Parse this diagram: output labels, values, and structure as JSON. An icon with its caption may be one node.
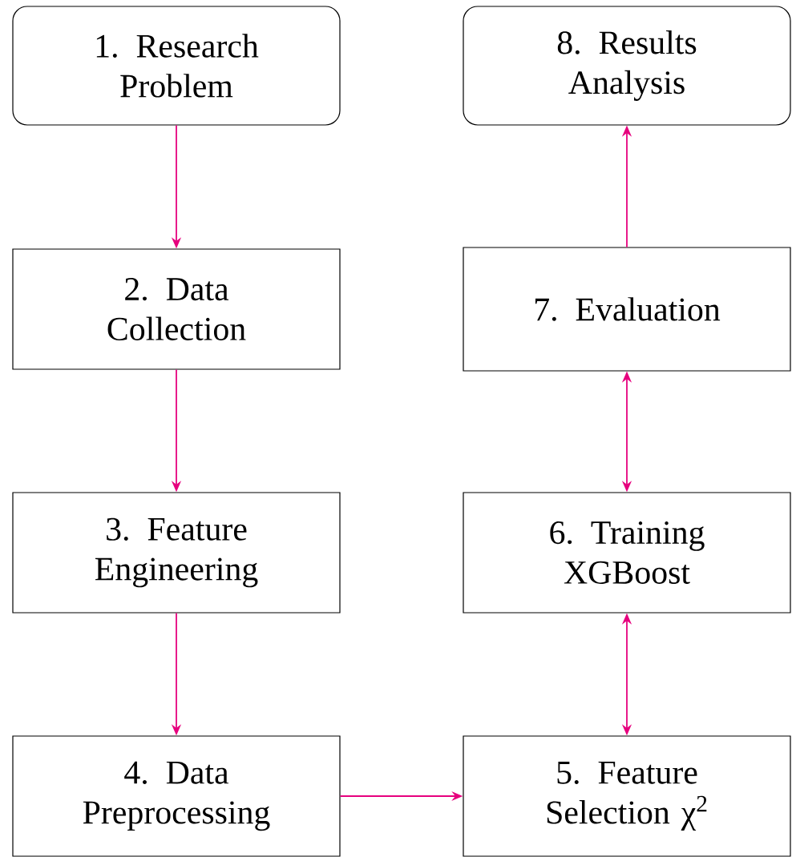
{
  "diagram": {
    "nodes": [
      {
        "text": [
          "1. Research Problem"
        ]
      },
      {
        "text": [
          "2. Data Collection"
        ]
      },
      {
        "text": [
          "3. Feature Engineering"
        ]
      },
      {
        "text": [
          "4. Data Preprocessing"
        ]
      },
      {
        "text": [
          "5. Feature Selection χ$^{2}$"
        ]
      },
      {
        "text": [
          "6. Training XGBoost"
        ]
      },
      {
        "text": [
          "7. Evaluation"
        ]
      },
      {
        "text": [
          "8. Results Analysis"
        ]
      }
    ],
    "edges": [
      {
        "from": 0,
        "to": 1,
        "arrow": "to"
      },
      {
        "from": 1,
        "to": 2,
        "arrow": "to"
      },
      {
        "from": 2,
        "to": 3,
        "arrow": "to"
      },
      {
        "from": 3,
        "to": 4,
        "arrow": "to"
      },
      {
        "from": 4,
        "to": 5,
        "arrow": "both"
      },
      {
        "from": 5,
        "to": 6,
        "arrow": "both"
      },
      {
        "from": 6,
        "to": 7,
        "arrow": "to"
      }
    ]
  }
}
